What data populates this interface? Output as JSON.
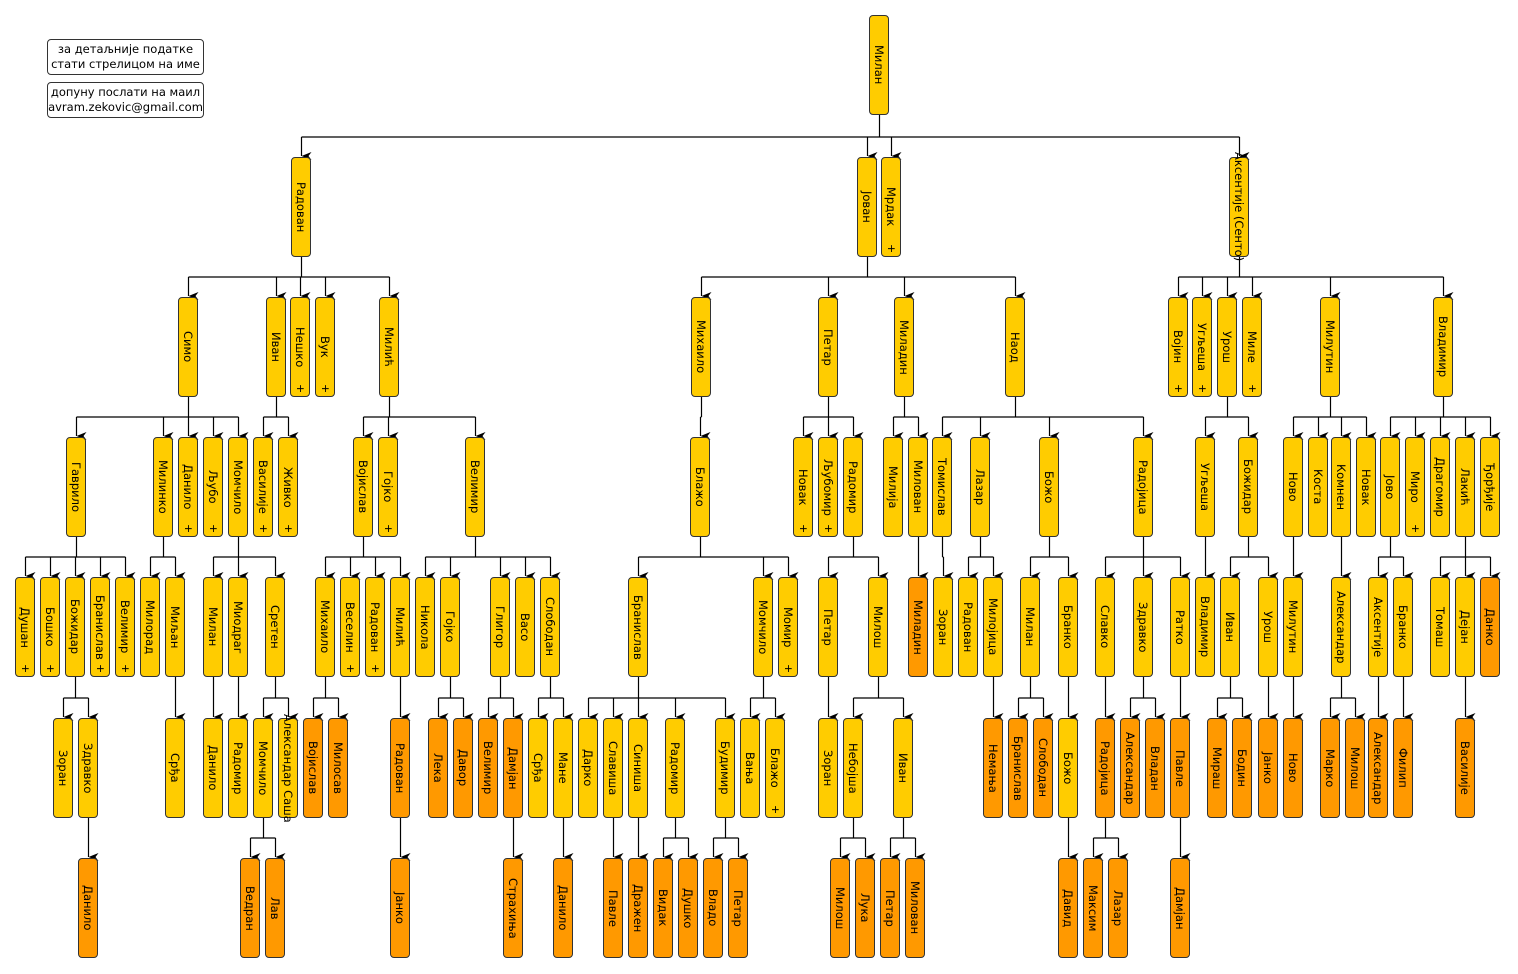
{
  "info": {
    "hint_line1": "за детаљније податке",
    "hint_line2": "стати стрелицом на име",
    "contact_line1": "допуну послати на маил",
    "contact_line2": "avram.zekovic@gmail.com"
  },
  "colors": {
    "living_line": "#FFCC00",
    "younger_line": "#FF9900",
    "border": "#333333"
  },
  "deceased_mark": "+",
  "tree": {
    "nodes": [
      {
        "name": "Милан",
        "parent": null
      },
      {
        "name": "Радован",
        "parent": 0
      },
      {
        "name": "Јован",
        "parent": 0
      },
      {
        "name": "Мрдак",
        "parent": 0,
        "deceased": true
      },
      {
        "name": "Аксентије (Сенто)",
        "parent": 0
      },
      {
        "name": "Симо",
        "parent": 1
      },
      {
        "name": "Иван",
        "parent": 1
      },
      {
        "name": "Нешко",
        "parent": 1,
        "deceased": true
      },
      {
        "name": "Вук",
        "parent": 1,
        "deceased": true
      },
      {
        "name": "Милић",
        "parent": 1
      },
      {
        "name": "Михаило",
        "parent": 2
      },
      {
        "name": "Петар",
        "parent": 2
      },
      {
        "name": "Миладин",
        "parent": 2
      },
      {
        "name": "Наод",
        "parent": 2
      },
      {
        "name": "Војин",
        "parent": 4,
        "deceased": true
      },
      {
        "name": "Угљеша",
        "parent": 4,
        "deceased": true
      },
      {
        "name": "Урош",
        "parent": 4
      },
      {
        "name": "Миле",
        "parent": 4,
        "deceased": true
      },
      {
        "name": "Милутин",
        "parent": 4
      },
      {
        "name": "Владимир",
        "parent": 4
      },
      {
        "name": "Гаврило",
        "parent": 5
      },
      {
        "name": "Милинко",
        "parent": 5
      },
      {
        "name": "Данило",
        "parent": 5,
        "deceased": true
      },
      {
        "name": "Љубо",
        "parent": 5,
        "deceased": true
      },
      {
        "name": "Момчило",
        "parent": 5
      },
      {
        "name": "Василије",
        "parent": 6,
        "deceased": true
      },
      {
        "name": "Живко",
        "parent": 6,
        "deceased": true
      },
      {
        "name": "Војислав",
        "parent": 9
      },
      {
        "name": "Гојко",
        "parent": 9,
        "deceased": true
      },
      {
        "name": "Велимир",
        "parent": 9
      },
      {
        "name": "Блажо",
        "parent": 10
      },
      {
        "name": "Новак",
        "parent": 11,
        "deceased": true
      },
      {
        "name": "Љубомир",
        "parent": 11,
        "deceased": true
      },
      {
        "name": "Радомир",
        "parent": 11
      },
      {
        "name": "Милија",
        "parent": 12
      },
      {
        "name": "Милован",
        "parent": 12
      },
      {
        "name": "Томислав",
        "parent": 13
      },
      {
        "name": "Лазар",
        "parent": 13
      },
      {
        "name": "Божо",
        "parent": 13
      },
      {
        "name": "Радојица",
        "parent": 13
      },
      {
        "name": "Угљеша",
        "parent": 16
      },
      {
        "name": "Божидар",
        "parent": 16
      },
      {
        "name": "Ново",
        "parent": 18
      },
      {
        "name": "Коста",
        "parent": 18
      },
      {
        "name": "Комнен",
        "parent": 18
      },
      {
        "name": "Новак",
        "parent": 18
      },
      {
        "name": "Јово",
        "parent": 19
      },
      {
        "name": "Миро",
        "parent": 19,
        "deceased": true
      },
      {
        "name": "Драгомир",
        "parent": 19
      },
      {
        "name": "Лакић",
        "parent": 19
      },
      {
        "name": "Ђорђије",
        "parent": 19
      },
      {
        "name": "Душан",
        "parent": 20,
        "deceased": true
      },
      {
        "name": "Бошко",
        "parent": 20,
        "deceased": true
      },
      {
        "name": "Божидар",
        "parent": 20
      },
      {
        "name": "Бранислав",
        "parent": 20,
        "deceased": true
      },
      {
        "name": "Велимир",
        "parent": 20,
        "deceased": true
      },
      {
        "name": "Милорад",
        "parent": 21
      },
      {
        "name": "Миљан",
        "parent": 21
      },
      {
        "name": "Милан",
        "parent": 24
      },
      {
        "name": "Миодраг",
        "parent": 24
      },
      {
        "name": "Сретен",
        "parent": 24
      },
      {
        "name": "Михаило",
        "parent": 27
      },
      {
        "name": "Веселин",
        "parent": 27,
        "deceased": true
      },
      {
        "name": "Радован",
        "parent": 27,
        "deceased": true
      },
      {
        "name": "Милић",
        "parent": 27
      },
      {
        "name": "Никола",
        "parent": 29
      },
      {
        "name": "Гојко",
        "parent": 29
      },
      {
        "name": "Глигор",
        "parent": 29
      },
      {
        "name": "Васо",
        "parent": 29
      },
      {
        "name": "Слободан",
        "parent": 29
      },
      {
        "name": "Бранислав",
        "parent": 30
      },
      {
        "name": "Момчило",
        "parent": 30
      },
      {
        "name": "Момир",
        "parent": 30,
        "deceased": true
      },
      {
        "name": "Петар",
        "parent": 33
      },
      {
        "name": "Милош",
        "parent": 33
      },
      {
        "name": "Миладин",
        "parent": 35,
        "orange": true
      },
      {
        "name": "Зоран",
        "parent": 36
      },
      {
        "name": "Радован",
        "parent": 37
      },
      {
        "name": "Милојица",
        "parent": 37
      },
      {
        "name": "Милан",
        "parent": 38
      },
      {
        "name": "Бранко",
        "parent": 38
      },
      {
        "name": "Славко",
        "parent": 39
      },
      {
        "name": "Здравко",
        "parent": 39
      },
      {
        "name": "Ратко",
        "parent": 39
      },
      {
        "name": "Владимир",
        "parent": 40
      },
      {
        "name": "Иван",
        "parent": 41
      },
      {
        "name": "Урош",
        "parent": 41
      },
      {
        "name": "Милутин",
        "parent": 42
      },
      {
        "name": "Александар",
        "parent": 44
      },
      {
        "name": "Аксентије",
        "parent": 46
      },
      {
        "name": "Бранко",
        "parent": 46
      },
      {
        "name": "Томаш",
        "parent": 49
      },
      {
        "name": "Дејан",
        "parent": 49
      },
      {
        "name": "Данко",
        "parent": 49,
        "orange": true
      },
      {
        "name": "Зоран",
        "parent": 53
      },
      {
        "name": "Здравко",
        "parent": 53
      },
      {
        "name": "Срђа",
        "parent": 57
      },
      {
        "name": "Данило",
        "parent": 58
      },
      {
        "name": "Радомир",
        "parent": 59
      },
      {
        "name": "Момчило",
        "parent": 60
      },
      {
        "name": "Александар Саша",
        "parent": 60
      },
      {
        "name": "Војислав",
        "parent": 61,
        "orange": true
      },
      {
        "name": "Милосав",
        "parent": 61,
        "orange": true
      },
      {
        "name": "Радован",
        "parent": 64,
        "orange": true
      },
      {
        "name": "Лека",
        "parent": 66,
        "orange": true
      },
      {
        "name": "Давор",
        "parent": 66,
        "orange": true
      },
      {
        "name": "Велимир",
        "parent": 67,
        "orange": true
      },
      {
        "name": "Дамјан",
        "parent": 67,
        "orange": true
      },
      {
        "name": "Срђа",
        "parent": 69
      },
      {
        "name": "Мане",
        "parent": 69
      },
      {
        "name": "Дарко",
        "parent": 70
      },
      {
        "name": "Славиша",
        "parent": 70
      },
      {
        "name": "Синиша",
        "parent": 70
      },
      {
        "name": "Радомир",
        "parent": 70
      },
      {
        "name": "Будимир",
        "parent": 70
      },
      {
        "name": "Вања",
        "parent": 71
      },
      {
        "name": "Блажо",
        "parent": 71,
        "deceased": true
      },
      {
        "name": "Зоран",
        "parent": 73
      },
      {
        "name": "Небојша",
        "parent": 74
      },
      {
        "name": "Иван",
        "parent": 74
      },
      {
        "name": "Немања",
        "parent": 78,
        "orange": true
      },
      {
        "name": "Бранислав",
        "parent": 79,
        "orange": true
      },
      {
        "name": "Слободан",
        "parent": 79,
        "orange": true
      },
      {
        "name": "Божо",
        "parent": 80
      },
      {
        "name": "Радојица",
        "parent": 81,
        "orange": true
      },
      {
        "name": "Александар",
        "parent": 82,
        "orange": true
      },
      {
        "name": "Владан",
        "parent": 82,
        "orange": true
      },
      {
        "name": "Павле",
        "parent": 83,
        "orange": true
      },
      {
        "name": "Мираш",
        "parent": 85,
        "orange": true
      },
      {
        "name": "Бодин",
        "parent": 85,
        "orange": true
      },
      {
        "name": "Јанко",
        "parent": 86,
        "orange": true
      },
      {
        "name": "Ново",
        "parent": 87,
        "orange": true
      },
      {
        "name": "Марко",
        "parent": 88,
        "orange": true
      },
      {
        "name": "Милош",
        "parent": 88,
        "orange": true
      },
      {
        "name": "Александар",
        "parent": 89,
        "orange": true
      },
      {
        "name": "Филип",
        "parent": 90,
        "orange": true
      },
      {
        "name": "Василије",
        "parent": 92,
        "orange": true
      },
      {
        "name": "Данило",
        "parent": 95,
        "orange": true
      },
      {
        "name": "Ведран",
        "parent": 99,
        "orange": true
      },
      {
        "name": "Лав",
        "parent": 99,
        "orange": true
      },
      {
        "name": "Јанко",
        "parent": 103,
        "orange": true
      },
      {
        "name": "Страхиња",
        "parent": 107,
        "orange": true
      },
      {
        "name": "Данило",
        "parent": 109,
        "orange": true
      },
      {
        "name": "Павле",
        "parent": 111,
        "orange": true
      },
      {
        "name": "Дражен",
        "parent": 112,
        "orange": true
      },
      {
        "name": "Видак",
        "parent": 113,
        "orange": true
      },
      {
        "name": "Душко",
        "parent": 113,
        "orange": true
      },
      {
        "name": "Владо",
        "parent": 114,
        "orange": true
      },
      {
        "name": "Петар",
        "parent": 114,
        "orange": true
      },
      {
        "name": "Милош",
        "parent": 118,
        "orange": true
      },
      {
        "name": "Лука",
        "parent": 118,
        "orange": true
      },
      {
        "name": "Петар",
        "parent": 119,
        "orange": true
      },
      {
        "name": "Милован",
        "parent": 119,
        "orange": true
      },
      {
        "name": "Давид",
        "parent": 123,
        "orange": true
      },
      {
        "name": "Максим",
        "parent": 124,
        "orange": true
      },
      {
        "name": "Лазар",
        "parent": 124,
        "orange": true
      },
      {
        "name": "Дамјан",
        "parent": 127,
        "orange": true
      }
    ]
  }
}
